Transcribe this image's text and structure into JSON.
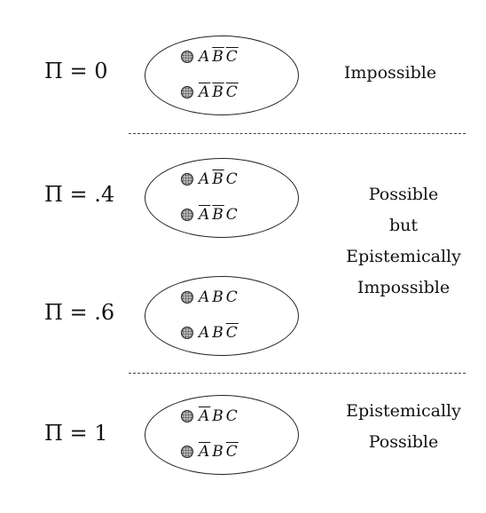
{
  "groups": [
    {
      "label": "Π = 0",
      "worlds": [
        [
          {
            "sym": "A",
            "neg": false
          },
          {
            "sym": "B",
            "neg": true
          },
          {
            "sym": "C",
            "neg": true
          }
        ],
        [
          {
            "sym": "A",
            "neg": true
          },
          {
            "sym": "B",
            "neg": true
          },
          {
            "sym": "C",
            "neg": true
          }
        ]
      ]
    },
    {
      "label": "Π = .4",
      "worlds": [
        [
          {
            "sym": "A",
            "neg": false
          },
          {
            "sym": "B",
            "neg": true
          },
          {
            "sym": "C",
            "neg": false
          }
        ],
        [
          {
            "sym": "A",
            "neg": true
          },
          {
            "sym": "B",
            "neg": true
          },
          {
            "sym": "C",
            "neg": false
          }
        ]
      ]
    },
    {
      "label": "Π = .6",
      "worlds": [
        [
          {
            "sym": "A",
            "neg": false
          },
          {
            "sym": "B",
            "neg": false
          },
          {
            "sym": "C",
            "neg": false
          }
        ],
        [
          {
            "sym": "A",
            "neg": false
          },
          {
            "sym": "B",
            "neg": false
          },
          {
            "sym": "C",
            "neg": true
          }
        ]
      ]
    },
    {
      "label": "Π = 1",
      "worlds": [
        [
          {
            "sym": "A",
            "neg": true
          },
          {
            "sym": "B",
            "neg": false
          },
          {
            "sym": "C",
            "neg": false
          }
        ],
        [
          {
            "sym": "A",
            "neg": true
          },
          {
            "sym": "B",
            "neg": false
          },
          {
            "sym": "C",
            "neg": true
          }
        ]
      ]
    }
  ],
  "descriptions": {
    "impossible": [
      "Impossible"
    ],
    "possible_but": [
      "Possible",
      "but",
      "Epistemically",
      "Impossible"
    ],
    "epistemically_possible": [
      "Epistemically",
      "Possible"
    ]
  }
}
